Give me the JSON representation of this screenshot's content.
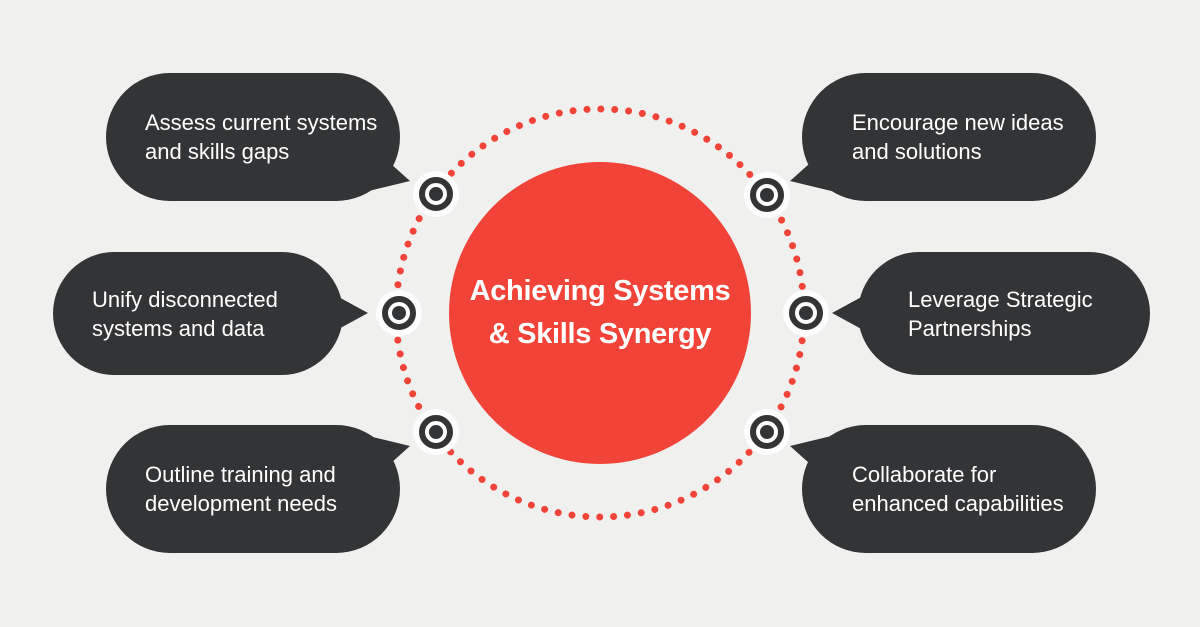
{
  "colors": {
    "background": "#f0f0ef",
    "accent_red": "#f24338",
    "bubble_dark": "#333436",
    "text_light": "#ffffff"
  },
  "center": {
    "title_line1": "Achieving Systems",
    "title_line2": "& Skills Synergy"
  },
  "bubbles": [
    {
      "id": "assess",
      "position": "top-left",
      "line1": "Assess current systems",
      "line2": "and skills gaps"
    },
    {
      "id": "unify",
      "position": "middle-left",
      "line1": "Unify disconnected",
      "line2": "systems and data"
    },
    {
      "id": "outline",
      "position": "bottom-left",
      "line1": "Outline training and",
      "line2": "development needs"
    },
    {
      "id": "encourage",
      "position": "top-right",
      "line1": "Encourage new ideas",
      "line2": "and solutions"
    },
    {
      "id": "leverage",
      "position": "middle-right",
      "line1": "Leverage Strategic",
      "line2": "Partnerships"
    },
    {
      "id": "collaborate",
      "position": "bottom-right",
      "line1": "Collaborate for",
      "line2": "enhanced capabilities"
    }
  ],
  "icons": {
    "marker": "bullseye-icon",
    "ring": "dotted-circle"
  }
}
